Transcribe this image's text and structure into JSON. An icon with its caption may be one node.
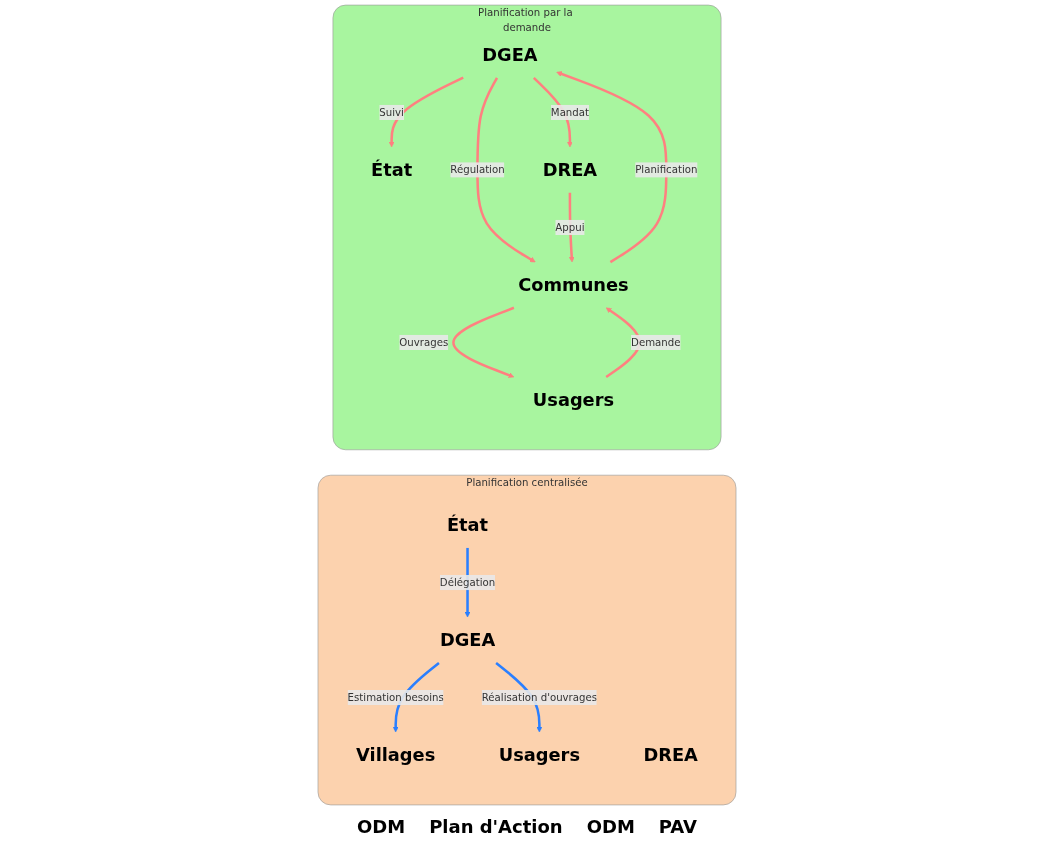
{
  "diagram": {
    "nodes": [
      {
        "text": [
          "Planification centralisée"
        ]
      },
      {
        "text": [
          "État"
        ],
        "in": 0
      },
      {
        "text": [
          "DGEA"
        ],
        "in": 0
      },
      {
        "text": [
          "DREA"
        ],
        "in": 0
      },
      {
        "text": [
          "Villages"
        ],
        "in": 0
      },
      {
        "text": [
          "Usagers"
        ],
        "in": 0
      },
      {
        "text": [
          "Planification par la demande"
        ]
      },
      {
        "text": [
          "État"
        ],
        "in": 6
      },
      {
        "text": [
          "DGEA"
        ],
        "in": 6
      },
      {
        "text": [
          "DREA"
        ],
        "in": 6
      },
      {
        "text": [
          "Communes"
        ],
        "in": 6
      },
      {
        "text": [
          "Usagers"
        ],
        "in": 6
      }
    ],
    "edges": [
      {
        "from": 1,
        "to": 2,
        "arrow": "to",
        "label": "Délégation",
        "color": "#2a7fff"
      },
      {
        "from": 2,
        "to": 4,
        "arrow": "to",
        "label": "Estimation besoins",
        "color": "#2a7fff"
      },
      {
        "from": 2,
        "to": 5,
        "arrow": "to",
        "label": "Réalisation d'ouvrages",
        "color": "#2a7fff"
      },
      {
        "from": 8,
        "to": 7,
        "arrow": "to",
        "label": "Suivi",
        "color": "#ff8080"
      },
      {
        "from": 10,
        "to": 8,
        "arrow": "to",
        "label": "Planification",
        "color": "#ff8080"
      },
      {
        "from": 8,
        "to": 9,
        "arrow": "to",
        "label": "Mandat",
        "color": "#ff8080"
      },
      {
        "from": 8,
        "to": 10,
        "arrow": "to",
        "label": "Régulation",
        "color": "#ff8080"
      },
      {
        "from": 9,
        "to": 10,
        "arrow": "to",
        "label": "Appui",
        "color": "#ff8080"
      },
      {
        "from": 10,
        "to": 11,
        "arrow": "to",
        "label": "Ouvrages",
        "color": "#ff8080"
      },
      {
        "from": 11,
        "to": 10,
        "arrow": "to",
        "label": "Demande",
        "color": "#ff8080"
      }
    ],
    "labels": [
      "ODM",
      "Plan d'Action",
      "ODM",
      "PAV"
    ]
  }
}
